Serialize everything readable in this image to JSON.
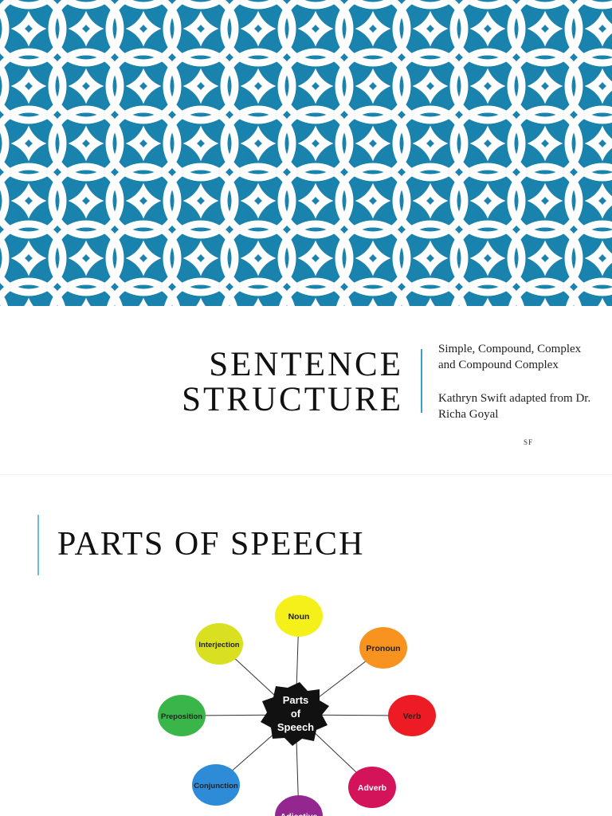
{
  "title_slide": {
    "title_line1": "Sentence",
    "title_line2": "Structure",
    "subtitle_line1": "Simple, Compound, Complex and Compound Complex",
    "subtitle_line2": "Kathryn Swift adapted from Dr. Richa Goyal",
    "footer_mark": "SF"
  },
  "slide2": {
    "heading": "Parts of Speech"
  },
  "diagram": {
    "center_line1": "Parts",
    "center_line2": "of",
    "center_line3": "Speech",
    "nodes": [
      {
        "label": "Noun",
        "color": "#f5ef1a"
      },
      {
        "label": "Pronoun",
        "color": "#f7931e"
      },
      {
        "label": "Verb",
        "color": "#ed1c24"
      },
      {
        "label": "Adverb",
        "color": "#d4145a"
      },
      {
        "label": "Adjective",
        "color": "#93278f"
      },
      {
        "label": "Conjunction",
        "color": "#2e8bd8"
      },
      {
        "label": "Preposition",
        "color": "#39b54a"
      },
      {
        "label": "Interjection",
        "color": "#d9e021"
      }
    ]
  },
  "colors": {
    "pattern_bg": "#1a83ad",
    "accent_bar": "#3aa0c8"
  }
}
